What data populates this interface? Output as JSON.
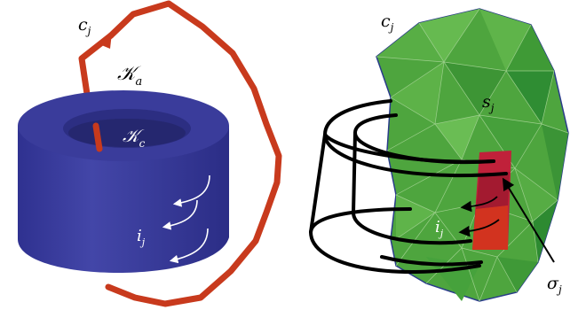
{
  "colors": {
    "core_front": "#3d3f9f",
    "core_top": "#3a3c9b",
    "core_hole": "#2c2e82",
    "curve": "#c83a1d",
    "mesh": "#4ea53e",
    "mesh_light": "#63b74f",
    "mesh_dark": "#2f8d33",
    "mesh_edge": "#9ccf8c",
    "surface_outline": "#2a3c8a",
    "highlight": "#c0213a"
  },
  "left_panel": {
    "curve_label_main": "c",
    "curve_label_sub": "j",
    "region_label_main": "𝒦",
    "region_label_sub": "a",
    "core_label_main": "𝒦",
    "core_label_sub": "c",
    "current_label_main": "i",
    "current_label_sub": "j"
  },
  "right_panel": {
    "curve_label_main": "c",
    "curve_label_sub": "j",
    "surface_label_main": "s",
    "surface_label_sub": "j",
    "current_label_main": "i",
    "current_label_sub": "j",
    "patch_label_main": "σ",
    "patch_label_sub": "j"
  }
}
